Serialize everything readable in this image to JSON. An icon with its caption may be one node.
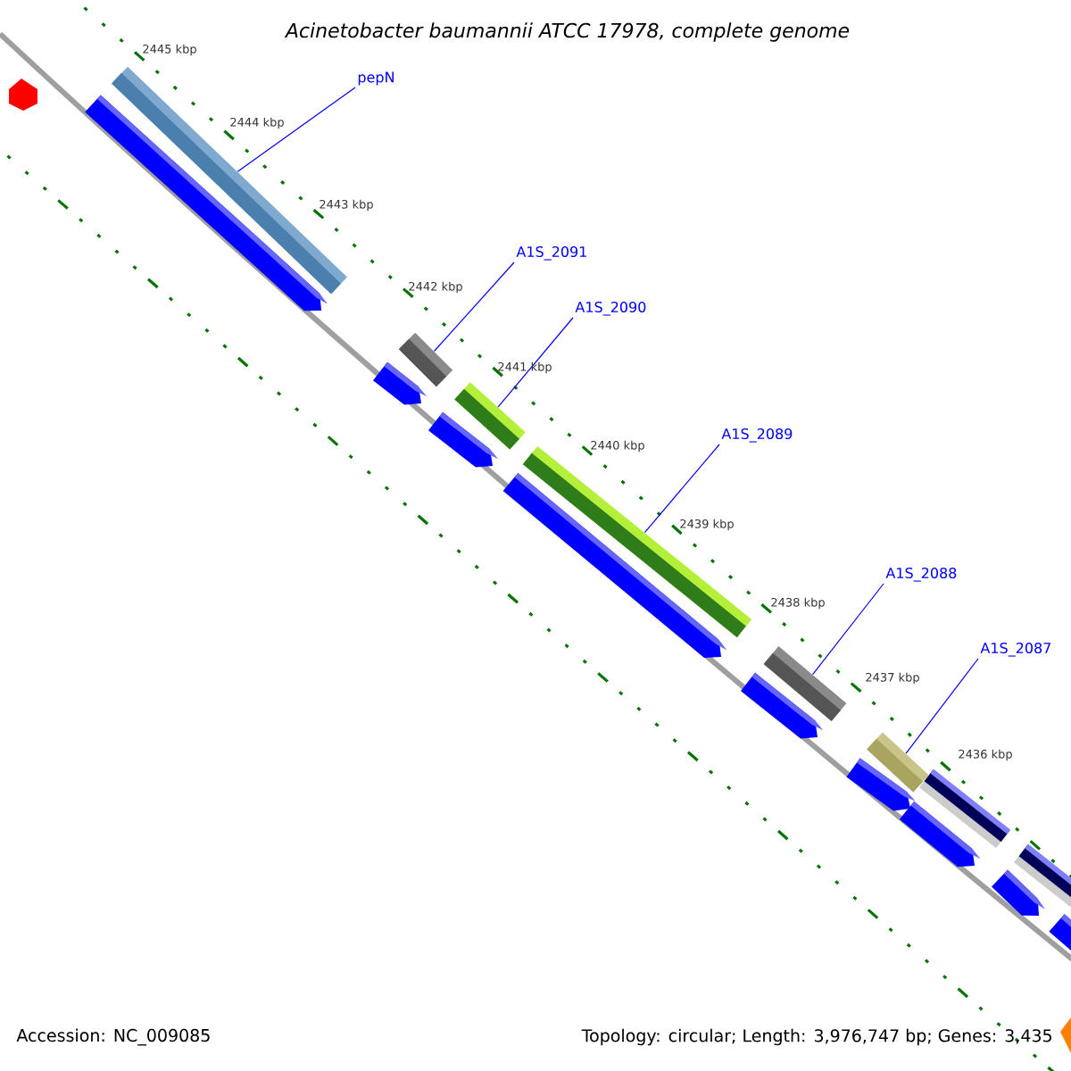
{
  "diagram": {
    "title": "Acinetobacter baumannii ATCC 17978, complete genome",
    "nodes": [
      {
        "text": [
          "pepN"
        ]
      },
      {
        "text": [],
        "shape": "bar"
      },
      {
        "text": [
          "A1S_2091"
        ]
      },
      {
        "text": [],
        "shape": "bar"
      },
      {
        "text": [
          "A1S_2090"
        ]
      },
      {
        "text": [],
        "shape": "bar"
      },
      {
        "text": [
          "A1S_2089"
        ]
      },
      {
        "text": [],
        "shape": "bar"
      },
      {
        "text": [
          "A1S_2088"
        ]
      },
      {
        "text": [],
        "shape": "bar"
      },
      {
        "text": [
          "A1S_2087"
        ]
      },
      {
        "text": [],
        "shape": "bar"
      }
    ],
    "edges": [
      {
        "from": 0,
        "to": 1,
        "arrow": "none"
      },
      {
        "from": 2,
        "to": 3,
        "arrow": "none"
      },
      {
        "from": 4,
        "to": 5,
        "arrow": "none"
      },
      {
        "from": 6,
        "to": 7,
        "arrow": "none"
      },
      {
        "from": 8,
        "to": 9,
        "arrow": "none"
      },
      {
        "from": 10,
        "to": 11,
        "arrow": "none"
      }
    ],
    "labels": [
      "2445 kbp",
      "2444 kbp",
      "2443 kbp",
      "2442 kbp",
      "2441 kbp",
      "2440 kbp",
      "2439 kbp",
      "2438 kbp",
      "2437 kbp",
      "2436 kbp",
      "Accession: NC_009085",
      "Topology: circular; Length: 3,976,747 bp; Genes: 3,435"
    ]
  }
}
